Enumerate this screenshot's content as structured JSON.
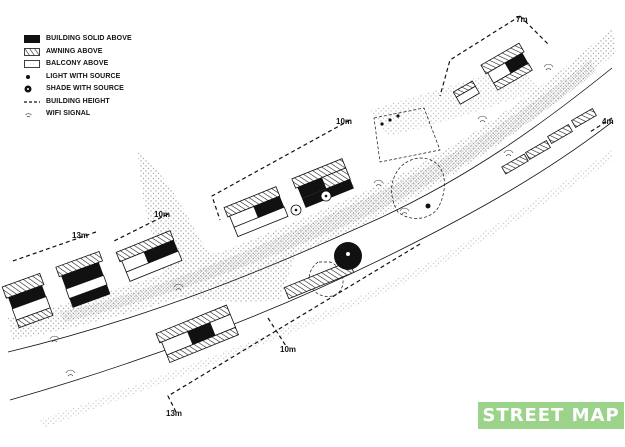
{
  "legend": {
    "items": [
      {
        "key": "building-solid",
        "label": "BUILDING SOLID ABOVE"
      },
      {
        "key": "awning",
        "label": "AWNING ABOVE"
      },
      {
        "key": "balcony",
        "label": "BALCONY ABOVE"
      },
      {
        "key": "light",
        "label": "LIGHT WITH SOURCE"
      },
      {
        "key": "shade",
        "label": "SHADE WITH SOURCE"
      },
      {
        "key": "height",
        "label": "BUILDING HEIGHT"
      },
      {
        "key": "wifi",
        "label": "WIFI SIGNAL"
      }
    ]
  },
  "height_labels": [
    "7m",
    "10m",
    "10m",
    "13m",
    "4m",
    "10m",
    "13m"
  ],
  "badge": {
    "label": "STREET MAP"
  },
  "colors": {
    "badge": "#9bd38a",
    "ink": "#111111",
    "stipple": "#bdbdbd"
  }
}
